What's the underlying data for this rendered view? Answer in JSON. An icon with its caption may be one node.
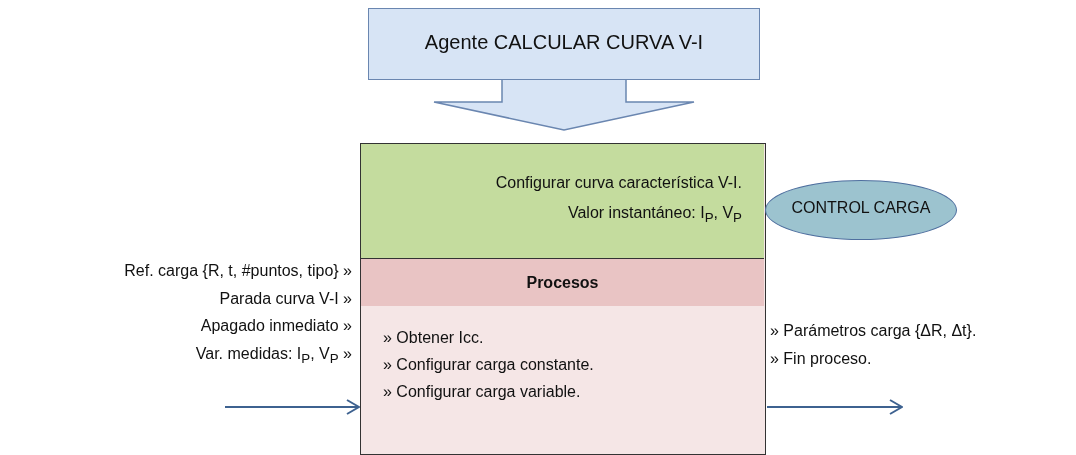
{
  "diagram": {
    "nodes": [
      {
        "text": [
          "Agente CALCULAR CURVA V-I"
        ]
      },
      {
        "text": [],
        "shape": "box"
      },
      {
        "text": [
          "Configurar curva característica V-I.",
          "Valor instantáneo:  I$_{P}$, V$_{P}$"
        ],
        "in": 1
      },
      {
        "text": [
          "Procesos",
          "» Obtener Icc.",
          "» Configurar carga constante.",
          "» Configurar carga variable."
        ],
        "in": 1
      },
      {
        "text": [
          "CONTROL CARGA"
        ]
      }
    ],
    "edges": [
      {
        "from": 0,
        "to": 1,
        "arrow": "to"
      },
      {
        "from": null,
        "to": 1,
        "arrow": "to"
      },
      {
        "from": 1,
        "to": null,
        "arrow": "to"
      }
    ],
    "labels": [
      "Ref. carga {R, t, #puntos, tipo} »",
      "Parada curva V-I »",
      "Apagado inmediato »",
      "Var. medidas:  I$_{P}$, V$_{P}$ »",
      "» Parámetros carga {ΔR,  Δt}.",
      "» Fin proceso."
    ]
  }
}
